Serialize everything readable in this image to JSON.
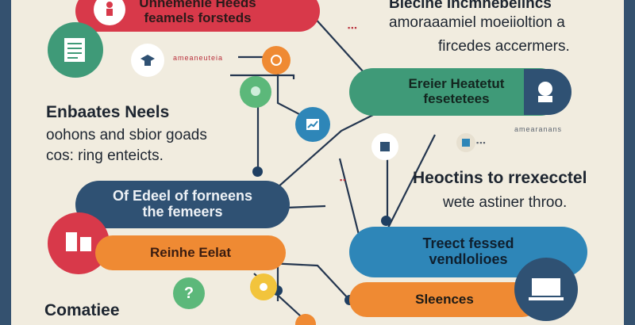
{
  "colors": {
    "navy": "#2f5173",
    "teal": "#3f9a78",
    "green": "#5cb87a",
    "red": "#d8394a",
    "orange": "#ef8a33",
    "yellow": "#f2c43c",
    "blue": "#2e86b8",
    "wire": "#24364f",
    "bg": "#f1ecdf"
  },
  "pills": {
    "top_red": {
      "line1": "Unhemenle Heeds",
      "line2": "feamels forsteds"
    },
    "teal_right": {
      "line1": "Ereier Heatetut",
      "line2": "fesetetees"
    },
    "navy_left": {
      "line1": "Of  Edeel of forneens",
      "line2": "the  femeers"
    },
    "orange_left": {
      "line1": "Reinhe Eelat"
    },
    "blue_right": {
      "line1": "Treect  fessed",
      "line2": "vendlolioes"
    },
    "orange_bottom": {
      "line1": "Sleences"
    }
  },
  "text": {
    "top_right": {
      "line1": "Bleclne Incmnebeiincs",
      "line2": "amoraaamiel  moeiioltion  a",
      "line3": "fircedes  accermers."
    },
    "left_block": {
      "line1": "Enbaates Neels",
      "line2": "oohons  and  sbior  goads",
      "line3": "cos:  ring  enteicts."
    },
    "right_block": {
      "line1": "Heoctins  to  rrexecctel",
      "line2": "wete  astiner  throo."
    },
    "bottom_left": {
      "line1": "Comatiee"
    },
    "mid_small_label": "ameaneuteia",
    "right_small_label": "amearanans"
  },
  "icons": [
    "person-easel-icon",
    "document-icon",
    "mortarboard-icon",
    "scroll-icon",
    "bulb-icon",
    "chart-icon",
    "paper-stack-icon",
    "clipboard-icon",
    "tablet-icon",
    "question-icon",
    "chart-bar-icon",
    "laptop-icon",
    "person-laptop-icon",
    "badge-icon",
    "envelope-icon"
  ]
}
